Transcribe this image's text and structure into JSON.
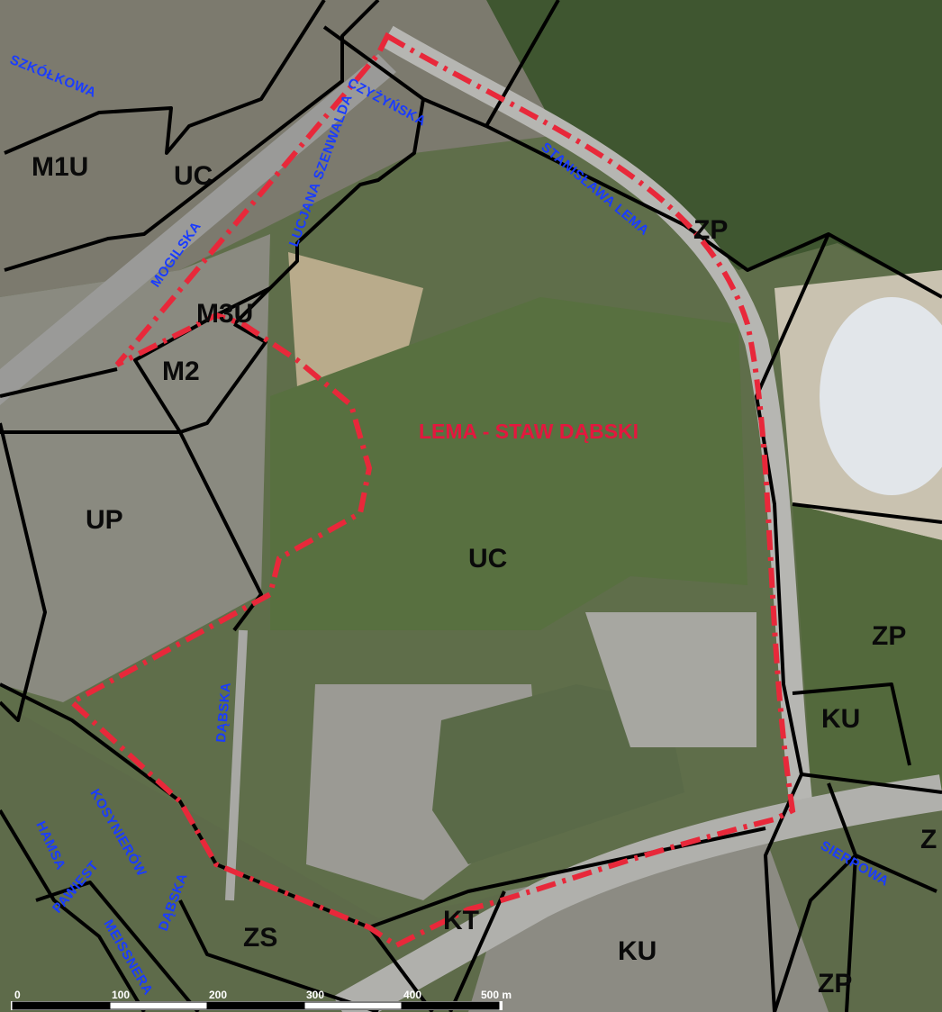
{
  "map": {
    "area_label": "LEMA - STAW DĄBSKI",
    "zones": [
      {
        "key": "m1u",
        "label": "M1U"
      },
      {
        "key": "uc_top",
        "label": "UC"
      },
      {
        "key": "zp_top",
        "label": "ZP"
      },
      {
        "key": "m3u",
        "label": "M3U"
      },
      {
        "key": "m2",
        "label": "M2"
      },
      {
        "key": "up",
        "label": "UP"
      },
      {
        "key": "uc_mid",
        "label": "UC"
      },
      {
        "key": "zp_right",
        "label": "ZP"
      },
      {
        "key": "ku_right",
        "label": "KU"
      },
      {
        "key": "z_edge",
        "label": "Z"
      },
      {
        "key": "zs",
        "label": "ZS"
      },
      {
        "key": "kt",
        "label": "KT"
      },
      {
        "key": "ku_bottom",
        "label": "KU"
      },
      {
        "key": "zp_bottom",
        "label": "ZP"
      }
    ],
    "streets": [
      {
        "key": "szkolkowa",
        "label": "SZKÓŁKOWA"
      },
      {
        "key": "mogilska",
        "label": "MOGILSKA"
      },
      {
        "key": "lucjana",
        "label": "LUCJANA SZENWALDA"
      },
      {
        "key": "czyzynska",
        "label": "CZYŻYŃSKA"
      },
      {
        "key": "lema",
        "label": "STANISŁAWA LEMA"
      },
      {
        "key": "dabska",
        "label": "DĄBSKA"
      },
      {
        "key": "dabska2",
        "label": "DĄBSKA"
      },
      {
        "key": "kosynierow",
        "label": "KOSYNIERÓW"
      },
      {
        "key": "hamsa",
        "label": "HAMSA"
      },
      {
        "key": "pawiest",
        "label": "PAWIEST"
      },
      {
        "key": "meissnera",
        "label": "MEISSNERA"
      },
      {
        "key": "sierpowa",
        "label": "SIERPOWA"
      }
    ],
    "scale_bar": {
      "labels": [
        "0",
        "100",
        "200",
        "300",
        "400",
        "500 m"
      ],
      "max_m": 500
    }
  },
  "colors": {
    "boundary": "#e8283a",
    "zone_border": "#000000",
    "street_text": "#1a3cff",
    "area_text": "#e3173e"
  }
}
